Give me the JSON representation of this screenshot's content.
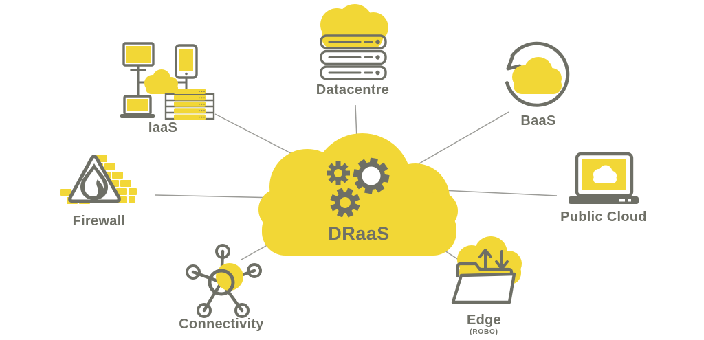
{
  "diagram": {
    "center": {
      "label": "DRaaS"
    },
    "nodes": [
      {
        "id": "iaas",
        "label": "IaaS"
      },
      {
        "id": "datacentre",
        "label": "Datacentre"
      },
      {
        "id": "baas",
        "label": "BaaS"
      },
      {
        "id": "public-cloud",
        "label": "Public Cloud"
      },
      {
        "id": "firewall",
        "label": "Firewall"
      },
      {
        "id": "connectivity",
        "label": "Connectivity"
      },
      {
        "id": "edge",
        "label": "Edge",
        "sublabel": "(ROBO)"
      }
    ],
    "edges": [
      "DRaaS-IaaS",
      "DRaaS-Datacentre",
      "DRaaS-BaaS",
      "DRaaS-Public Cloud",
      "DRaaS-Firewall",
      "DRaaS-Connectivity",
      "DRaaS-Edge (ROBO)"
    ],
    "icons": [
      "iaas-network-icon",
      "datacentre-servers-icon",
      "baas-restore-cloud-icon",
      "public-cloud-laptop-icon",
      "firewall-flame-wall-icon",
      "connectivity-hub-icon",
      "edge-folder-sync-icon",
      "draas-gears-cloud-icon"
    ],
    "colors": {
      "brand_yellow": "#F2D736",
      "icon_gray": "#6E6F66",
      "line_gray": "#9C9C98",
      "background": "#FFFFFF"
    }
  }
}
